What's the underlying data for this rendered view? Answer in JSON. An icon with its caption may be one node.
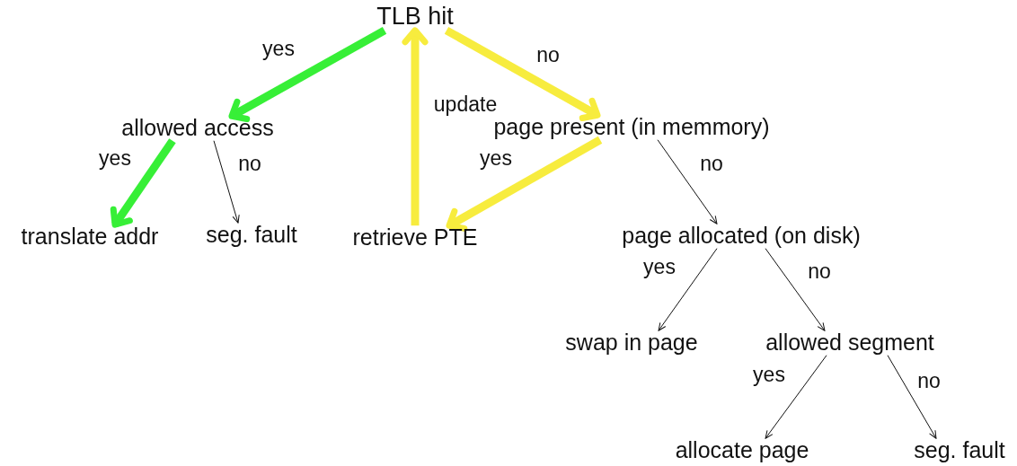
{
  "diagram": {
    "nodes": [
      {
        "text": [
          "TLB hit"
        ]
      },
      {
        "text": [
          "allowed access"
        ]
      },
      {
        "text": [
          "page present (in memmory)"
        ]
      },
      {
        "text": [
          "translate addr"
        ]
      },
      {
        "text": [
          "seg. fault"
        ]
      },
      {
        "text": [
          "retrieve PTE"
        ]
      },
      {
        "text": [
          "page allocated (on disk)"
        ]
      },
      {
        "text": [
          "swap in page"
        ]
      },
      {
        "text": [
          "allowed segment"
        ]
      },
      {
        "text": [
          "allocate page"
        ]
      },
      {
        "text": [
          "seg. fault"
        ]
      }
    ],
    "edges": [
      {
        "from": 0,
        "to": 1,
        "arrow": "to",
        "label": "yes",
        "style": "thick",
        "color": "#22ee22"
      },
      {
        "from": 1,
        "to": 3,
        "arrow": "to",
        "label": "yes",
        "style": "thick",
        "color": "#22ee22"
      },
      {
        "from": 1,
        "to": 4,
        "arrow": "to",
        "label": "no"
      },
      {
        "from": 0,
        "to": 2,
        "arrow": "to",
        "label": "no",
        "style": "thick",
        "color": "#f7ea2a"
      },
      {
        "from": 2,
        "to": 5,
        "arrow": "to",
        "label": "yes",
        "style": "thick",
        "color": "#f7ea2a"
      },
      {
        "from": 5,
        "to": 0,
        "arrow": "to",
        "label": "update",
        "style": "thick",
        "color": "#f7ea2a"
      },
      {
        "from": 2,
        "to": 6,
        "arrow": "to",
        "label": "no"
      },
      {
        "from": 6,
        "to": 7,
        "arrow": "to",
        "label": "yes"
      },
      {
        "from": 6,
        "to": 8,
        "arrow": "to",
        "label": "no"
      },
      {
        "from": 8,
        "to": 9,
        "arrow": "to",
        "label": "yes"
      },
      {
        "from": 8,
        "to": 10,
        "arrow": "to",
        "label": "no"
      }
    ]
  }
}
